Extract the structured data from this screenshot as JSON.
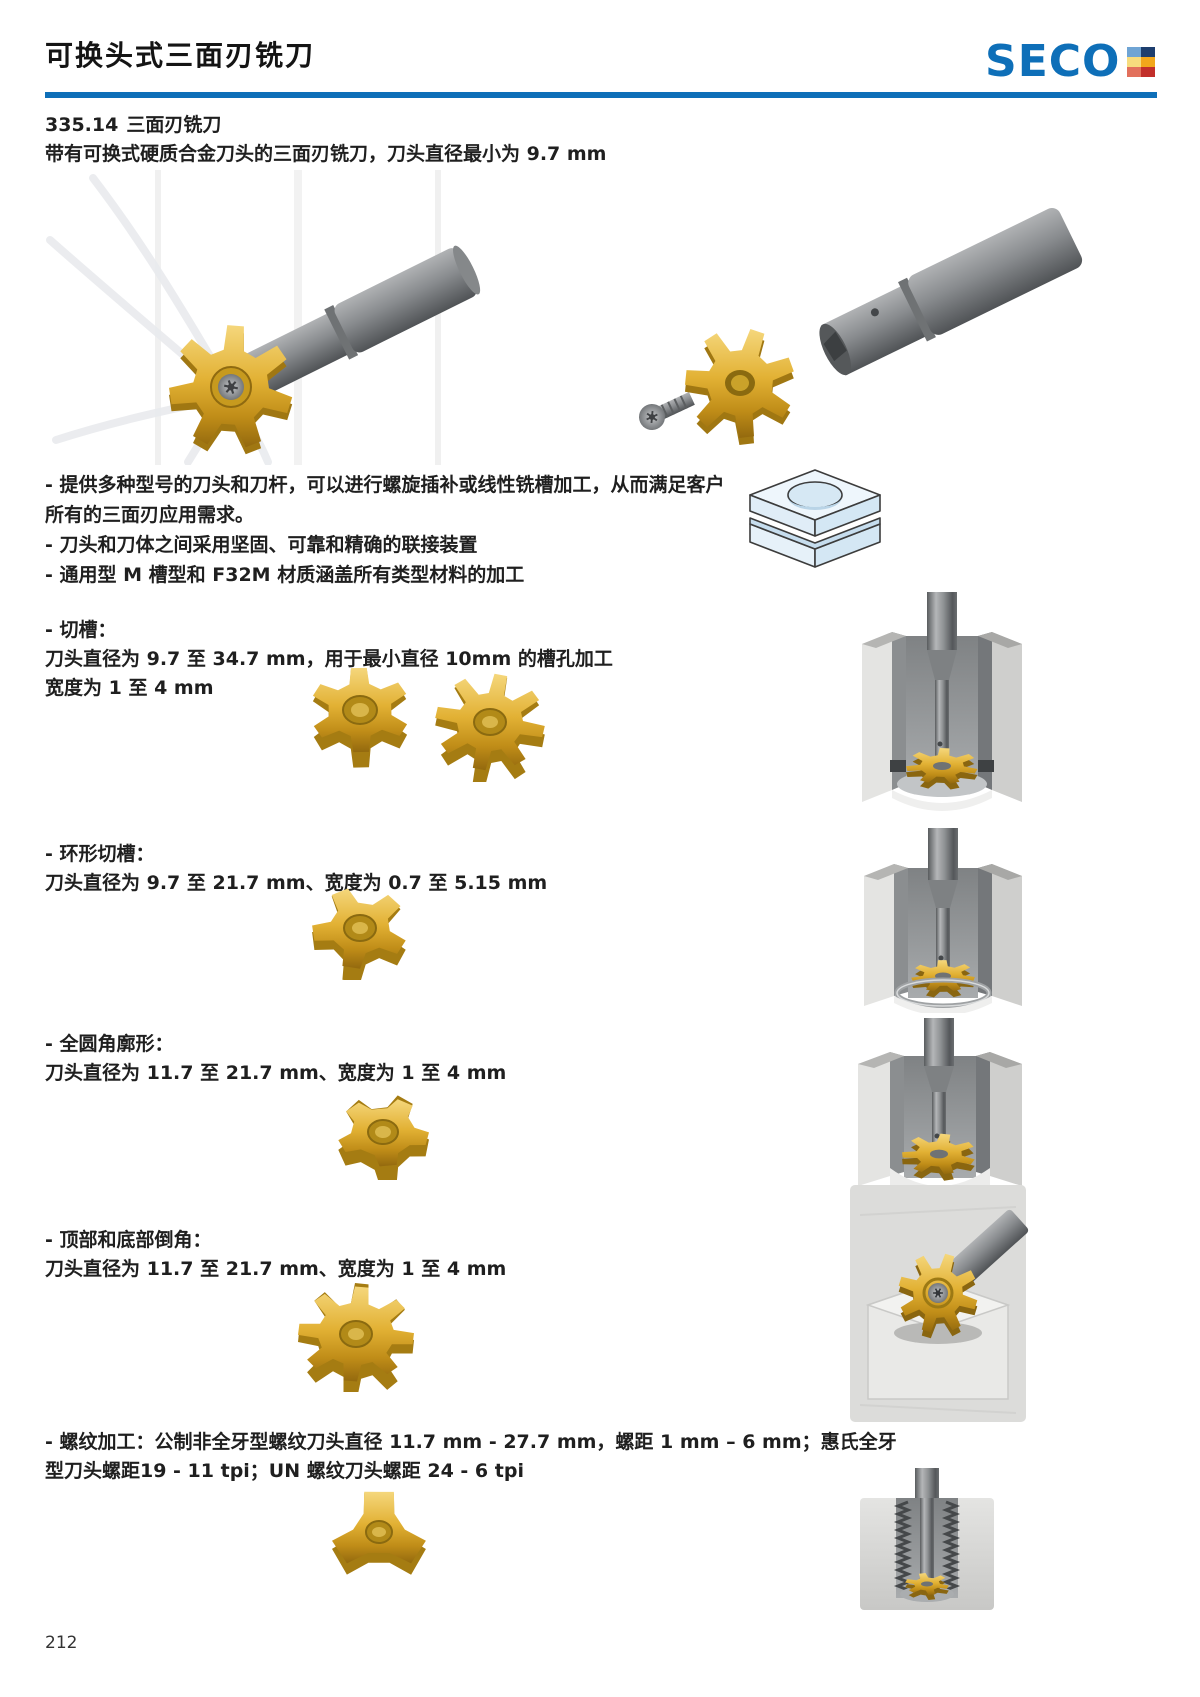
{
  "header": {
    "title": "可换头式三面刃铣刀",
    "brand": "SECO"
  },
  "intro": {
    "code": "335.14",
    "name": "三面刃铣刀",
    "desc": "带有可换式硬质合金刀头的三面刃铣刀，刀头直径最小为 9.7 mm"
  },
  "features": [
    "- 提供多种型号的刀头和刀杆，可以进行螺旋插补或线性铣槽加工，从而满足客户",
    "所有的三面刃应用需求。",
    "- 刀头和刀体之间采用坚固、可靠和精确的联接装置",
    "- 通用型 M 槽型和 F32M 材质涵盖所有类型材料的加工"
  ],
  "sections": [
    {
      "heading": "- 切槽：",
      "line1": "刀头直径为 9.7 至 34.7 mm，用于最小直径 10mm 的槽孔加工",
      "line2": "宽度为 1 至 4 mm"
    },
    {
      "heading": "- 环形切槽：",
      "line1": "刀头直径为 9.7 至 21.7 mm、宽度为 0.7 至 5.15 mm"
    },
    {
      "heading": "- 全圆角廓形：",
      "line1": "刀头直径为 11.7 至 21.7 mm、宽度为 1 至 4 mm"
    },
    {
      "heading": "- 顶部和底部倒角：",
      "line1": "刀头直径为 11.7 至 21.7 mm、宽度为 1 至 4 mm"
    },
    {
      "heading": "- 螺纹加工：",
      "inline": "公制非全牙型螺纹刀头直径 11.7 mm - 27.7 mm，螺距 1 mm – 6 mm；惠氏全牙",
      "line1": "型刀头螺距19 - 11 tpi；UN 螺纹刀头螺距 24 - 6 tpi"
    }
  ],
  "footer": {
    "page": "212"
  },
  "colors": {
    "brand_blue": "#0E6FB8",
    "cutter_gold": "#D9A41F",
    "steel_gray": "#7B7E80",
    "logo_squares": [
      "#6FA4D4",
      "#1D3E6E",
      "#F7DC7E",
      "#F2A71B",
      "#E2705C",
      "#C22F2A"
    ]
  }
}
